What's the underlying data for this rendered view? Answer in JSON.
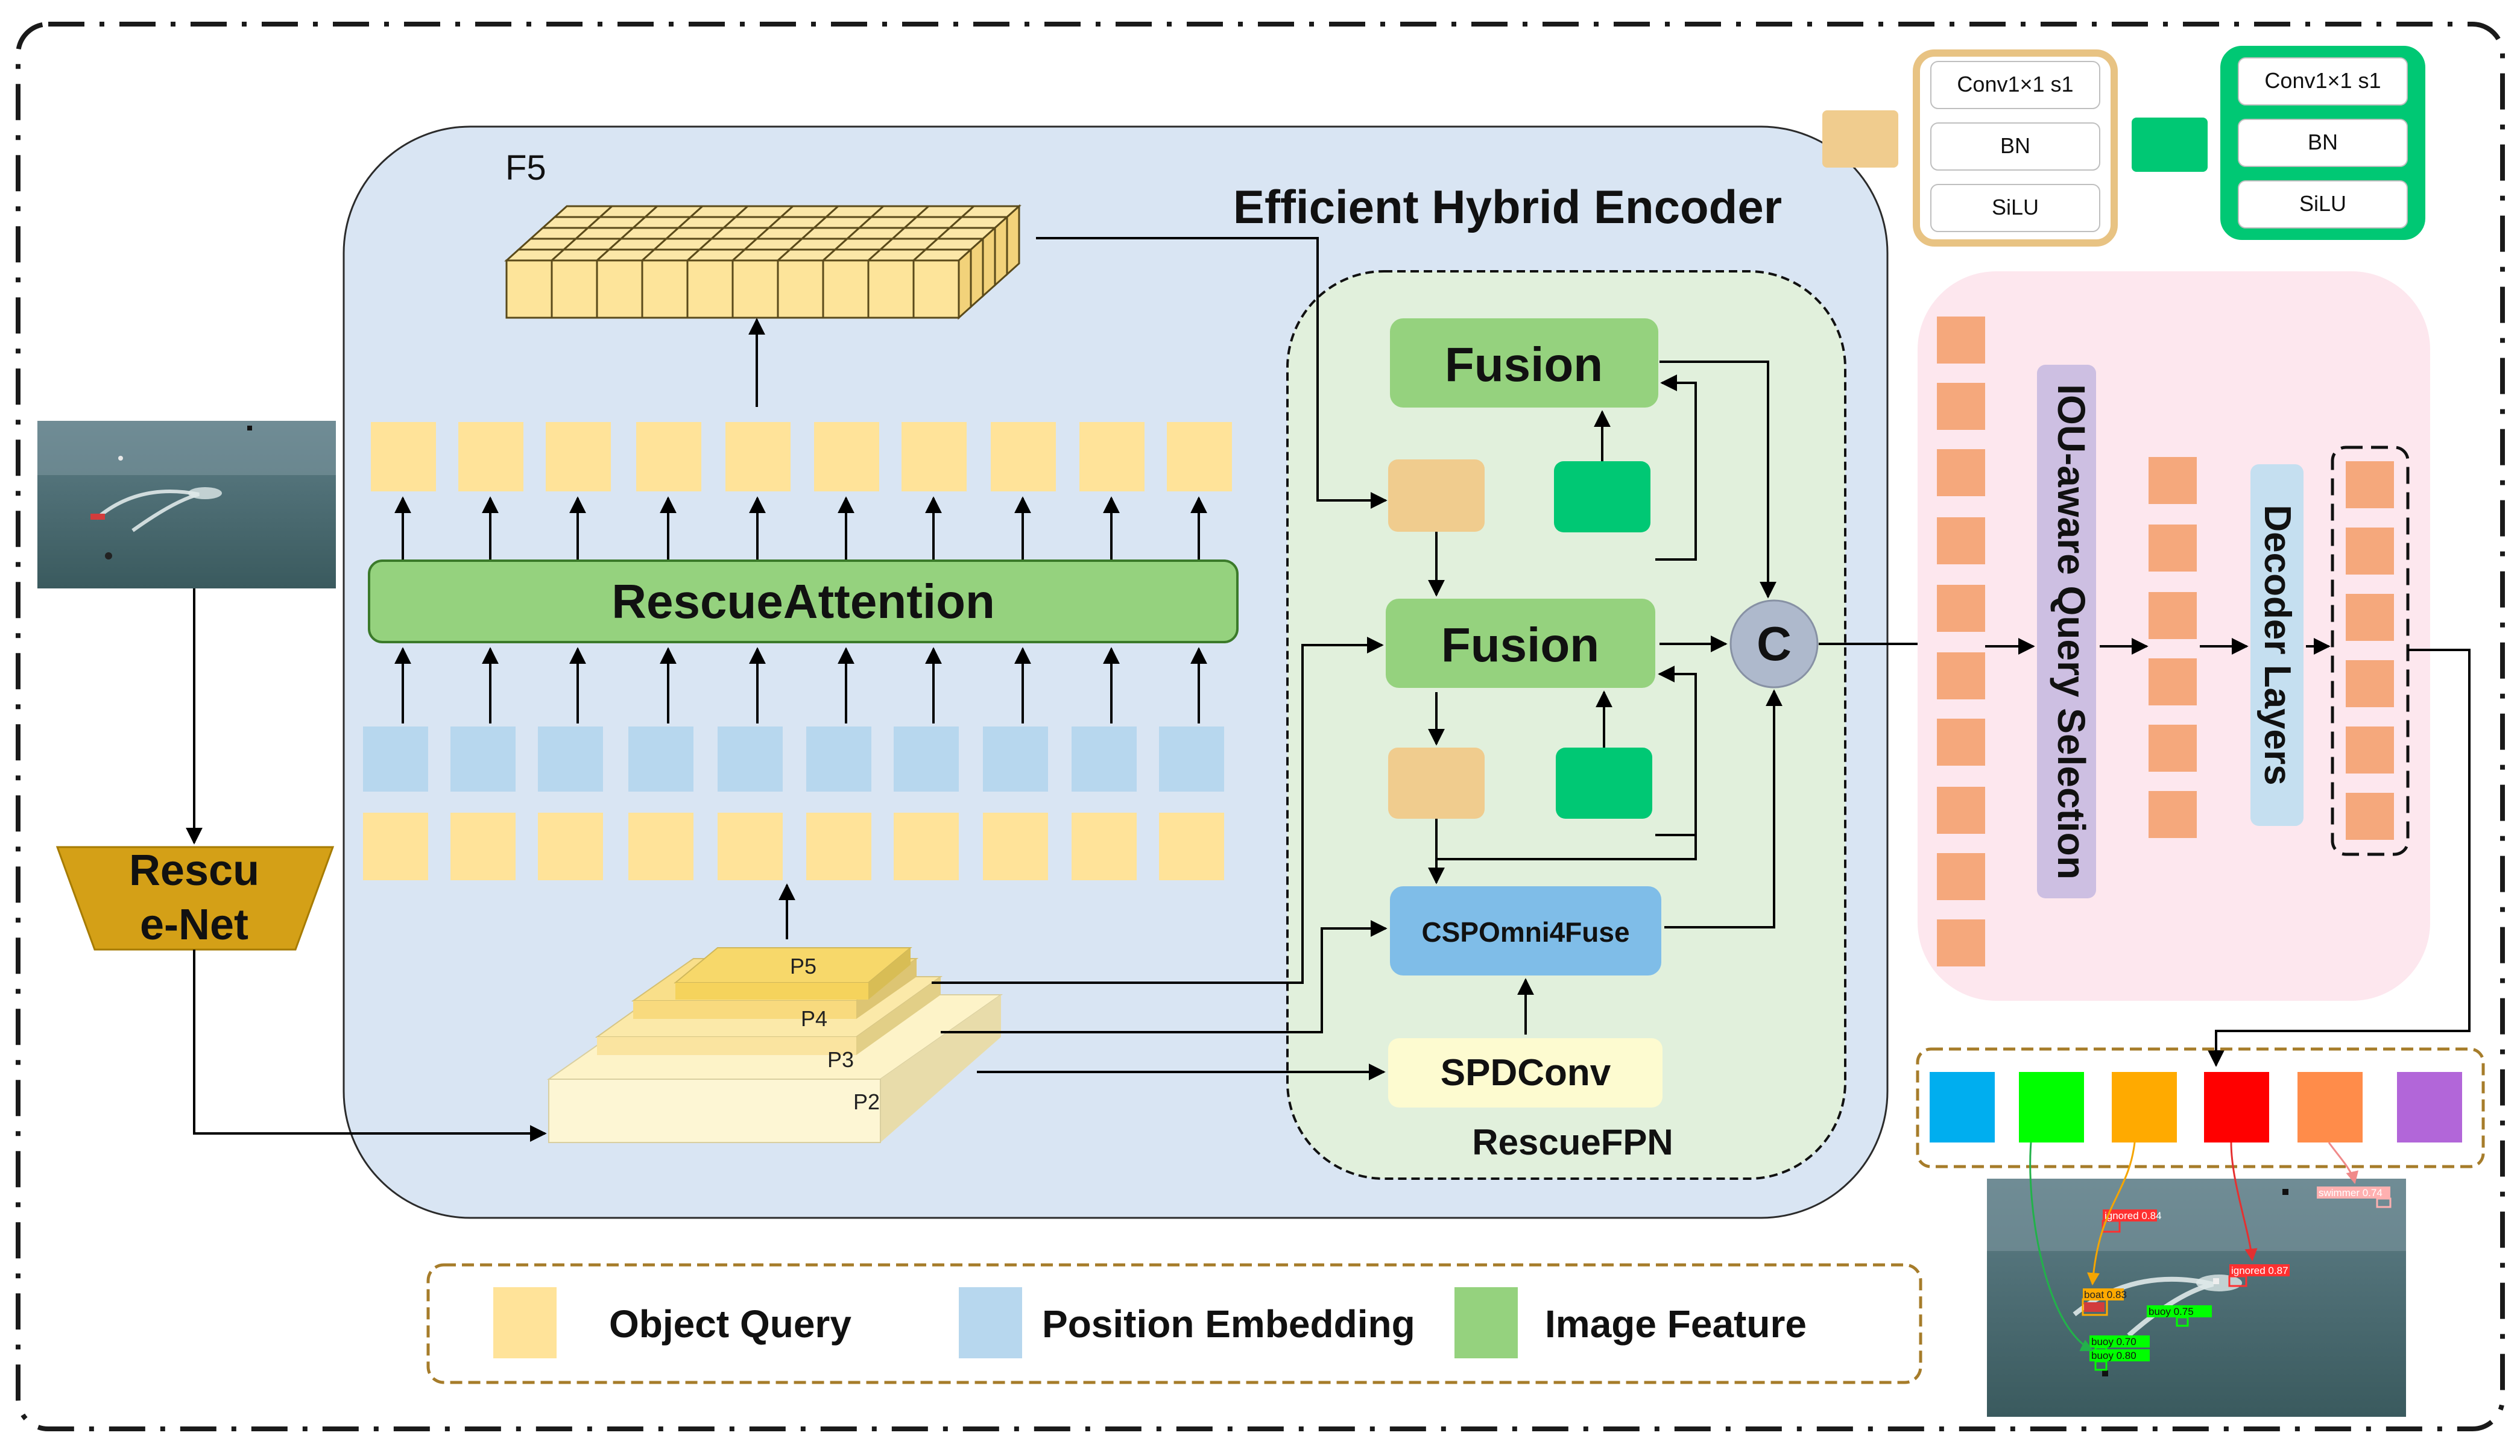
{
  "encoder": {
    "title": "Efficient Hybrid Encoder",
    "f5_label": "F5",
    "attention_label": "RescueAttention"
  },
  "backbone": {
    "line1": "Rescu",
    "line2": "e-Net"
  },
  "pyramid": [
    "P5",
    "P4",
    "P3",
    "P2"
  ],
  "fpn": {
    "title": "RescueFPN",
    "fusion_label": "Fusion",
    "csp_label": "CSPOmni4Fuse",
    "spd_label": "SPDConv",
    "concat_label": "C"
  },
  "conv_blocks": [
    {
      "layers": [
        "Conv1×1 s1",
        "BN",
        "SiLU"
      ],
      "color": "#f0cc8e"
    },
    {
      "layers": [
        "Conv1×1 s1",
        "BN",
        "SiLU"
      ],
      "color": "#00c874"
    }
  ],
  "decoder": {
    "query_selection_label": "IOU-aware Query Selection",
    "decoder_layers_label": "Decoder Layers"
  },
  "class_colors": [
    "#00aeef",
    "#00ff00",
    "#ffaa00",
    "#ff0000",
    "#ff8c4a",
    "#b266d9"
  ],
  "legend": [
    {
      "label": "Object Query",
      "color": "#ffe399"
    },
    {
      "label": "Position Embedding",
      "color": "#b7d7ee"
    },
    {
      "label": "Image Feature",
      "color": "#95d27e"
    }
  ],
  "detections": [
    "ignored 0.84",
    "swimmer 0.74",
    "ignored 0.87",
    "boat 0.83",
    "buoy 0.75",
    "buoy 0.70",
    "buoy 0.80"
  ],
  "colors": {
    "encoder_bg": "#d9e5f3",
    "fpn_bg": "#e1f0dc",
    "decoder_bg": "#fde7ee",
    "backbone": "#d4a017",
    "query_orange": "#f5a87c",
    "selection_purple": "#cdbfe2",
    "decoder_blue": "#c5dff0",
    "concat_grey": "#aeb9cc"
  }
}
